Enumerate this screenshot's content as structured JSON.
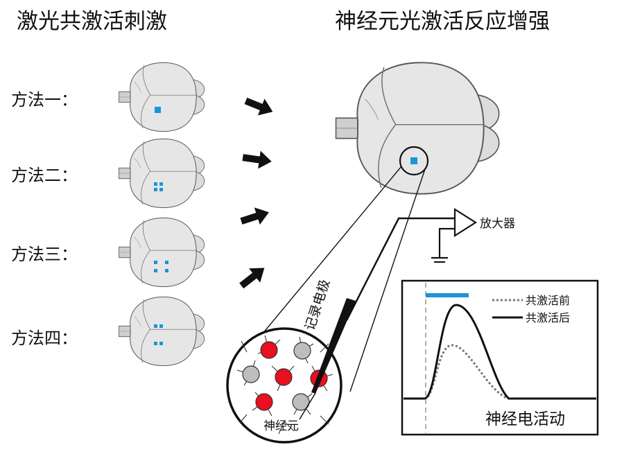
{
  "headings": {
    "left": "激光共激活刺激",
    "right": "神经元光激活反应增强"
  },
  "methods": [
    {
      "label": "方法一：",
      "spots": 1
    },
    {
      "label": "方法二：",
      "spots": 4
    },
    {
      "label": "方法三：",
      "spots": 4
    },
    {
      "label": "方法四：",
      "spots": 4
    }
  ],
  "labels": {
    "amplifier": "放大器",
    "electrode": "记录电极",
    "neurons": "神经元",
    "activity": "神经电活动"
  },
  "legend": {
    "before": "共激活前",
    "after": "共激活后"
  },
  "colors": {
    "stim_spot": "#1a95d6",
    "active_neuron": "#e8101e",
    "inactive_neuron": "#bdbdbd",
    "brain": "#e6e6e6"
  }
}
